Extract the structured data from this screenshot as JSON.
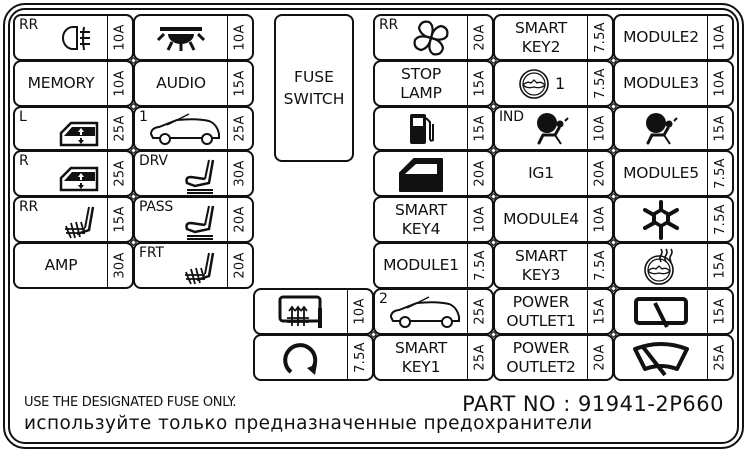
{
  "panel": {
    "switch_label_line1": "FUSE",
    "switch_label_line2": "SWITCH",
    "footer_english": "USE THE DESIGNATED FUSE ONLY.",
    "part_number": "PART NO : 91941-2P660",
    "footer_russian": "используйте только предназначенные предохранители"
  },
  "fuses": {
    "left_col1": [
      {
        "tag": "RR",
        "icon": "rear-fog-lamp-icon",
        "text": "",
        "amp": "10A"
      },
      {
        "tag": "",
        "icon": "",
        "text": "MEMORY",
        "amp": "10A"
      },
      {
        "tag": "L",
        "icon": "power-window-icon",
        "text": "",
        "amp": "25A"
      },
      {
        "tag": "R",
        "icon": "power-window-icon",
        "text": "",
        "amp": "25A"
      },
      {
        "tag": "RR",
        "icon": "seat-heater-icon",
        "text": "",
        "amp": "15A"
      },
      {
        "tag": "",
        "icon": "",
        "text": "AMP",
        "amp": "30A"
      }
    ],
    "left_col2": [
      {
        "tag": "",
        "icon": "room-lamp-icon",
        "text": "",
        "amp": "10A"
      },
      {
        "tag": "",
        "icon": "",
        "text": "AUDIO",
        "amp": "15A"
      },
      {
        "tag": "1",
        "icon": "power-tailgate-icon",
        "text": "",
        "amp": "25A"
      },
      {
        "tag": "DRV",
        "icon": "power-seat-icon",
        "text": "",
        "amp": "30A"
      },
      {
        "tag": "PASS",
        "icon": "power-seat-icon",
        "text": "",
        "amp": "20A"
      },
      {
        "tag": "FRT",
        "icon": "seat-heater-icon",
        "text": "",
        "amp": "20A"
      }
    ],
    "right_col3": [
      {
        "tag": "RR",
        "icon": "blower-fan-icon",
        "text": "",
        "amp": "20A"
      },
      {
        "tag": "",
        "icon": "",
        "text": "STOP\nLAMP",
        "line1": "STOP",
        "line2": "LAMP",
        "amp": "15A"
      },
      {
        "tag": "",
        "icon": "fuel-lid-icon",
        "text": "",
        "amp": "15A"
      },
      {
        "tag": "",
        "icon": "door-lock-icon",
        "text": "",
        "amp": "20A"
      },
      {
        "tag": "",
        "icon": "",
        "line1": "SMART",
        "line2": "KEY4",
        "amp": "10A"
      },
      {
        "tag": "",
        "icon": "",
        "text": "MODULE1",
        "amp": "7.5A"
      }
    ],
    "right_col4": [
      {
        "tag": "",
        "icon": "",
        "line1": "SMART",
        "line2": "KEY2",
        "amp": "7.5A"
      },
      {
        "tag": "1",
        "icon": "steering-wheel-icon",
        "text": "",
        "amp": "7.5A"
      },
      {
        "tag": "IND",
        "icon": "airbag-icon",
        "text": "",
        "amp": "10A"
      },
      {
        "tag": "",
        "icon": "",
        "text": "IG1",
        "amp": "20A"
      },
      {
        "tag": "",
        "icon": "",
        "text": "MODULE4",
        "amp": "10A"
      },
      {
        "tag": "",
        "icon": "",
        "line1": "SMART",
        "line2": "KEY3",
        "amp": "7.5A"
      },
      {
        "tag": "",
        "icon": "",
        "line1": "POWER",
        "line2": "OUTLET1",
        "amp": "15A"
      },
      {
        "tag": "",
        "icon": "",
        "line1": "POWER",
        "line2": "OUTLET2",
        "amp": "20A"
      }
    ],
    "right_col5": [
      {
        "tag": "",
        "icon": "",
        "text": "MODULE2",
        "amp": "10A"
      },
      {
        "tag": "",
        "icon": "",
        "text": "MODULE3",
        "amp": "10A"
      },
      {
        "tag": "",
        "icon": "airbag-icon",
        "text": "",
        "amp": "15A"
      },
      {
        "tag": "",
        "icon": "",
        "text": "MODULE5",
        "amp": "7.5A"
      },
      {
        "tag": "",
        "icon": "air-conditioner-icon",
        "text": "",
        "amp": "7.5A"
      },
      {
        "tag": "",
        "icon": "heated-steering-icon",
        "text": "",
        "amp": "15A"
      },
      {
        "tag": "",
        "icon": "rear-wiper-icon",
        "text": "",
        "amp": "15A"
      },
      {
        "tag": "",
        "icon": "front-wiper-icon",
        "text": "",
        "amp": "25A"
      }
    ],
    "bottom_col_a": [
      {
        "tag": "",
        "icon": "rear-defroster-icon",
        "text": "",
        "amp": "10A"
      },
      {
        "tag": "",
        "icon": "ecu-loop-icon",
        "text": "",
        "amp": "7.5A"
      }
    ],
    "bottom_col_b": [
      {
        "tag": "2",
        "icon": "power-tailgate-icon",
        "text": "",
        "amp": "25A"
      },
      {
        "tag": "",
        "icon": "",
        "line1": "SMART",
        "line2": "KEY1",
        "amp": "25A"
      }
    ]
  }
}
